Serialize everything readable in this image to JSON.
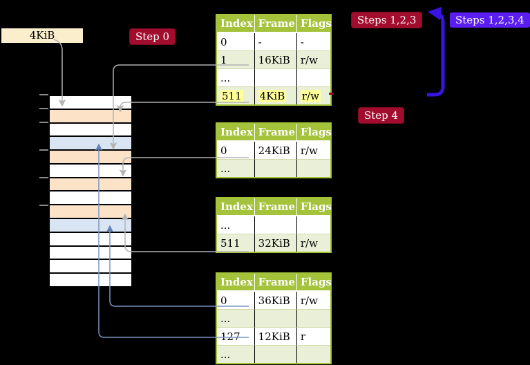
{
  "labels": {
    "page_size": "4KiB"
  },
  "badges": {
    "step0": "Step 0",
    "steps123": "Steps 1,2,3",
    "steps1234": "Steps 1,2,3,4",
    "step4": "Step 4"
  },
  "colors": {
    "background": "#000000",
    "badge_red": "#a30d2d",
    "badge_blue": "#5a1ef0",
    "table_header_green": "#a4c23a",
    "table_row_green": "#eaf0d8",
    "highlight_yellow": "#ffff99",
    "pagesize_box": "#faeecd",
    "white": "#ffffff",
    "orange": "#fce3c7",
    "blue": "#d9e5f3",
    "connector_gray": "#b3b3b3",
    "connector_blue": "#7a96c2",
    "thick_arrow_blue": "#3a13e3"
  },
  "tables": [
    {
      "name": "page-table-top",
      "headers": [
        "Index",
        "Frame",
        "Flags"
      ],
      "rows": [
        [
          "0",
          "-",
          "-"
        ],
        [
          "1",
          "16KiB",
          "r/w"
        ],
        [
          "...",
          "",
          ""
        ],
        [
          "511",
          "4KiB",
          "r/w"
        ]
      ],
      "highlighted_row": 3
    },
    {
      "name": "page-table-second",
      "headers": [
        "Index",
        "Frame",
        "Flags"
      ],
      "rows": [
        [
          "0",
          "24KiB",
          "r/w"
        ],
        [
          "...",
          "",
          ""
        ]
      ]
    },
    {
      "name": "page-table-third",
      "headers": [
        "Index",
        "Frame",
        "Flags"
      ],
      "rows": [
        [
          "...",
          "",
          ""
        ],
        [
          "511",
          "32KiB",
          "r/w"
        ]
      ]
    },
    {
      "name": "page-table-bottom",
      "headers": [
        "Index",
        "Frame",
        "Flags"
      ],
      "rows": [
        [
          "0",
          "36KiB",
          "r/w"
        ],
        [
          "...",
          "",
          ""
        ],
        [
          "127",
          "12KiB",
          "r"
        ],
        [
          "...",
          "",
          ""
        ]
      ]
    }
  ],
  "memory": {
    "rows": [
      {
        "color": "white"
      },
      {
        "color": "orange"
      },
      {
        "color": "white"
      },
      {
        "color": "blue"
      },
      {
        "color": "orange"
      },
      {
        "color": "white"
      },
      {
        "color": "orange"
      },
      {
        "color": "white"
      },
      {
        "color": "orange"
      },
      {
        "color": "blue"
      },
      {
        "color": "white"
      },
      {
        "color": "white"
      },
      {
        "color": "white"
      },
      {
        "color": "white"
      }
    ]
  }
}
